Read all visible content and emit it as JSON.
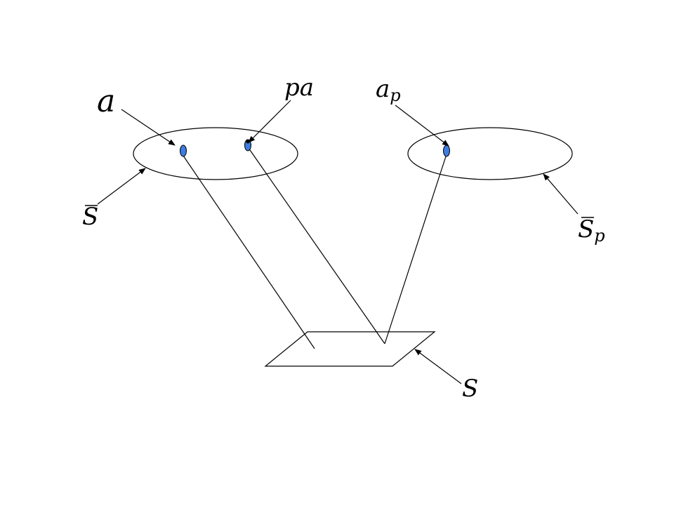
{
  "labels": {
    "a": "a",
    "pa": "pa",
    "a_p_base": "a",
    "a_p_sub": "p",
    "S_bar": "S",
    "S_bar_p_base": "S",
    "S_bar_p_sub": "p",
    "S": "S"
  },
  "colors": {
    "point_fill": "#3e7de0",
    "stroke": "#000000",
    "background": "#ffffff"
  }
}
